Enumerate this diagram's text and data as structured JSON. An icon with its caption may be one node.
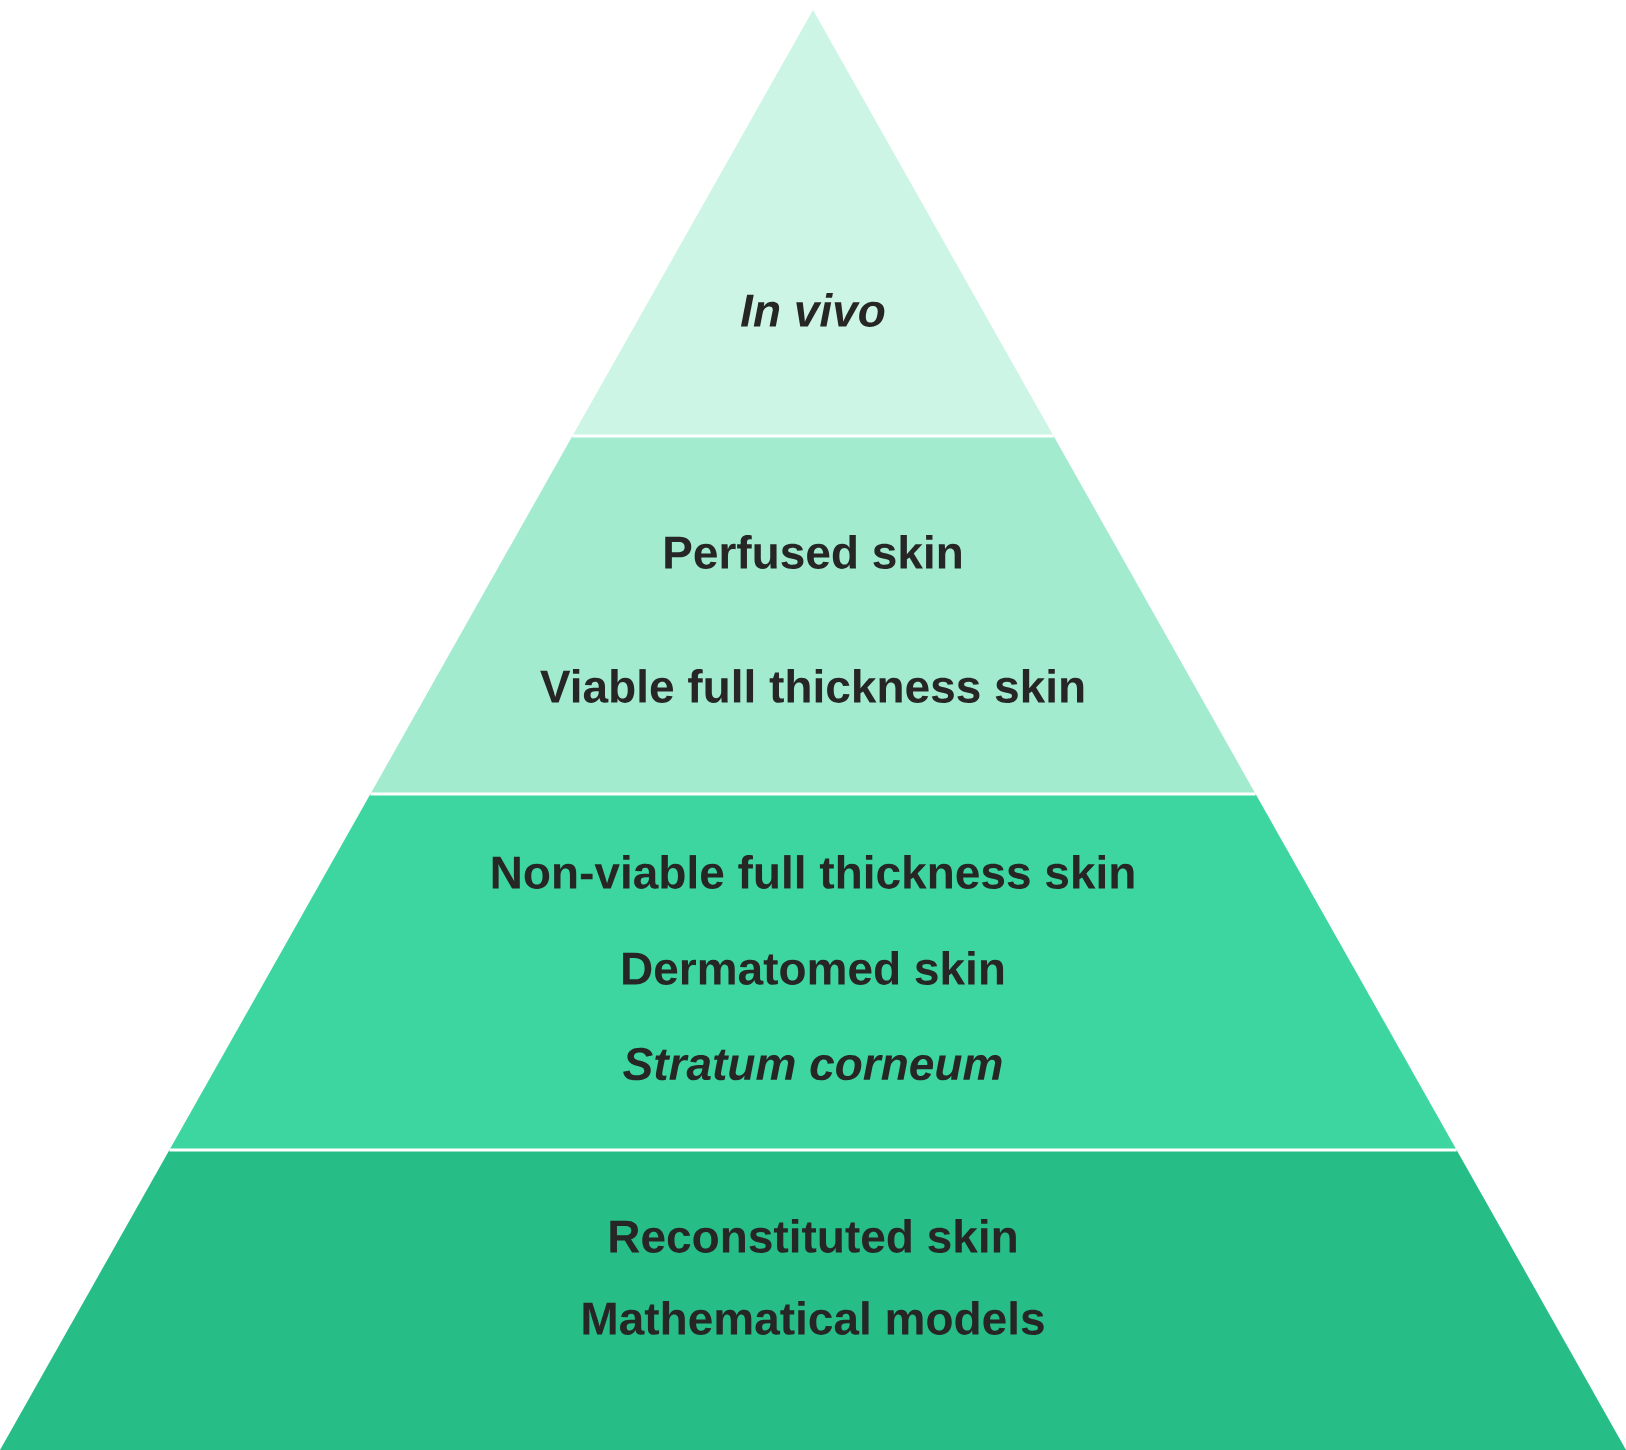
{
  "diagram": {
    "nodes": [
      {
        "text": [
          "*In vivo*"
        ]
      },
      {
        "text": [
          "Perfused skin",
          "Viable full thickness skin"
        ]
      },
      {
        "text": [
          "Non-viable full thickness skin",
          "Dermatomed skin",
          "*Stratum corneum*"
        ]
      },
      {
        "text": [
          "Reconstituted skin",
          "Mathematical models"
        ]
      }
    ]
  }
}
